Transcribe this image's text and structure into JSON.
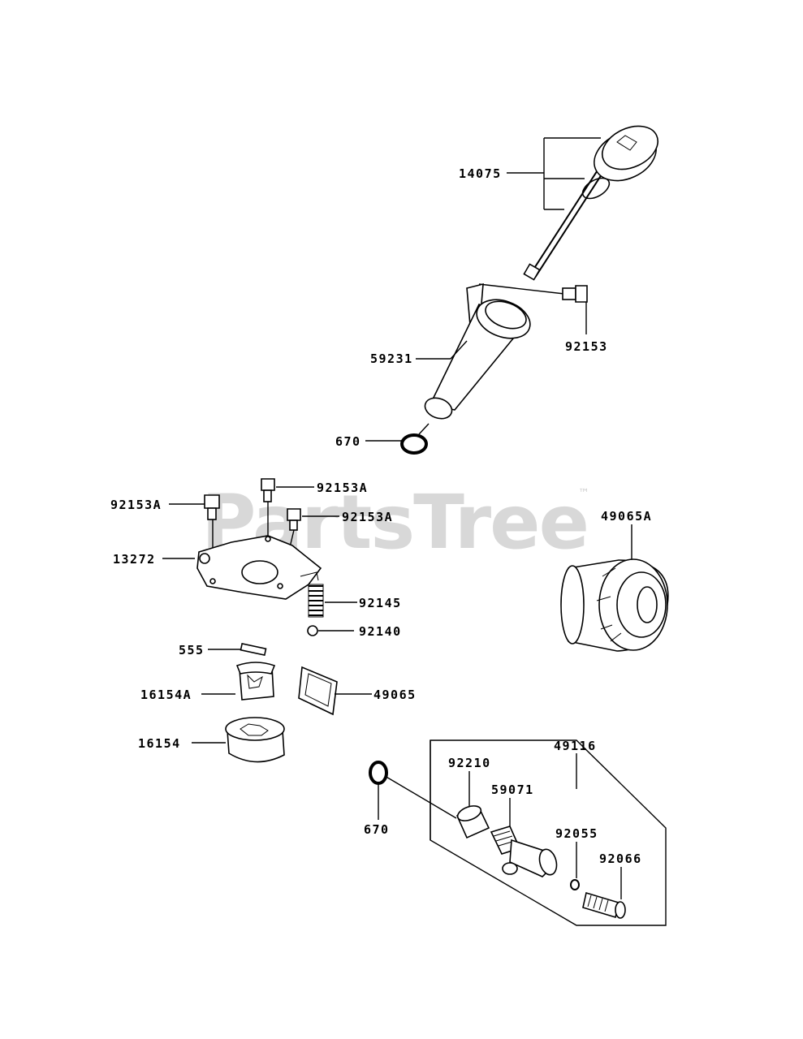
{
  "watermark": {
    "text": "PartsTree",
    "tm": "™"
  },
  "labels": {
    "p14075": "14075",
    "p92153": "92153",
    "p59231": "59231",
    "p670_top": "670",
    "p92153A_1": "92153A",
    "p92153A_2": "92153A",
    "p92153A_3": "92153A",
    "p13272": "13272",
    "p92145": "92145",
    "p92140": "92140",
    "p555": "555",
    "p16154A": "16154A",
    "p49065": "49065",
    "p16154": "16154",
    "p49065A": "49065A",
    "p49116": "49116",
    "p92210": "92210",
    "p59071": "59071",
    "p670_bottom": "670",
    "p92055": "92055",
    "p92066": "92066"
  }
}
